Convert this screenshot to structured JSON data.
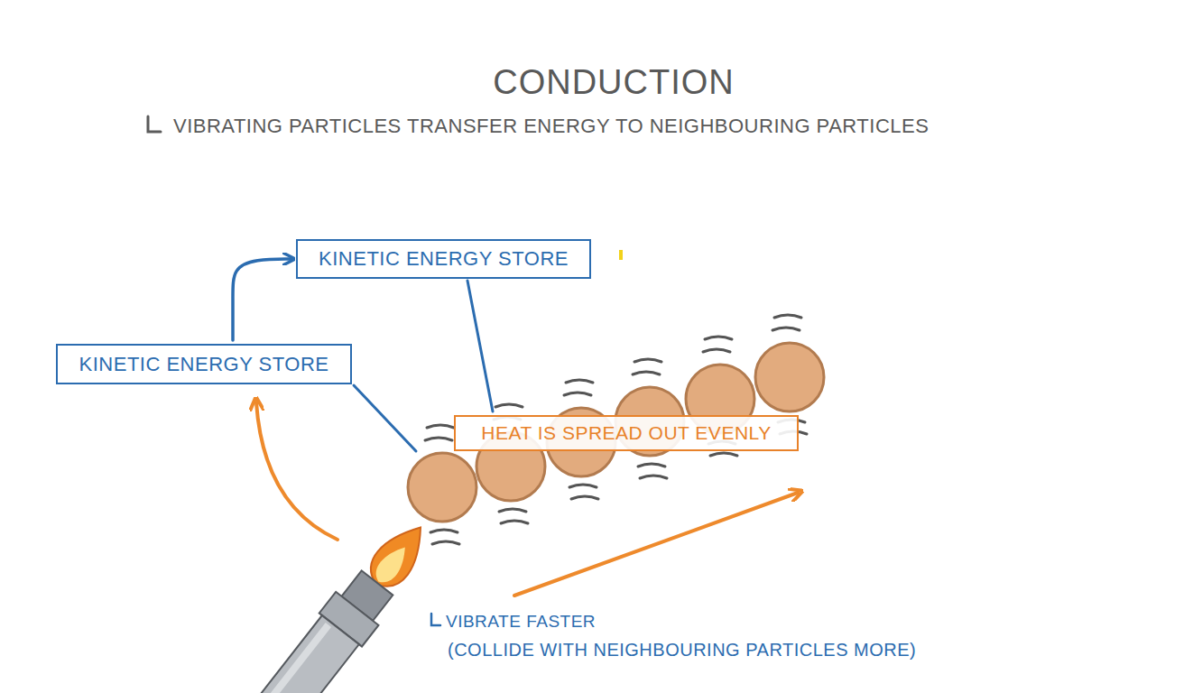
{
  "diagram": {
    "title": "CONDUCTION",
    "nodes": [
      {
        "text": [
          "KINETIC ENERGY STORE"
        ]
      },
      {
        "text": [
          "KINETIC ENERGY STORE"
        ]
      },
      {
        "text": [
          "HEAT IS SPREAD OUT EVENLY"
        ]
      }
    ],
    "edges": [
      {
        "from": 1,
        "to": 0,
        "arrow": "to"
      }
    ],
    "labels": [
      "VIBRATING PARTICLES TRANSFER ENERGY TO NEIGHBOURING PARTICLES",
      "VIBRATE FASTER",
      "(COLLIDE WITH NEIGHBOURING PARTICLES MORE)"
    ]
  }
}
